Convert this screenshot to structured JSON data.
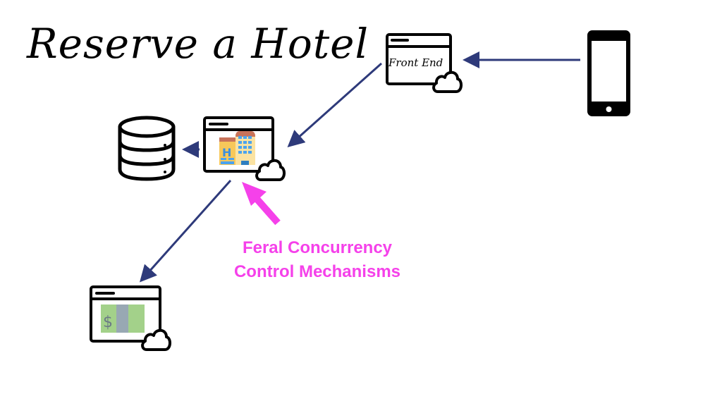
{
  "title": "Reserve a Hotel",
  "front_end_label": "Front End",
  "annotation": {
    "line1": "Feral Concurrency",
    "line2": "Control Mechanisms"
  },
  "colors": {
    "arrow": "#2e3a7a",
    "highlight": "#f541ea",
    "icon": "#000000"
  },
  "icons": [
    "front-end-cloud-window-icon",
    "phone-icon",
    "hotel-service-icon",
    "database-icon",
    "payment-service-icon",
    "highlight-arrow-icon"
  ]
}
